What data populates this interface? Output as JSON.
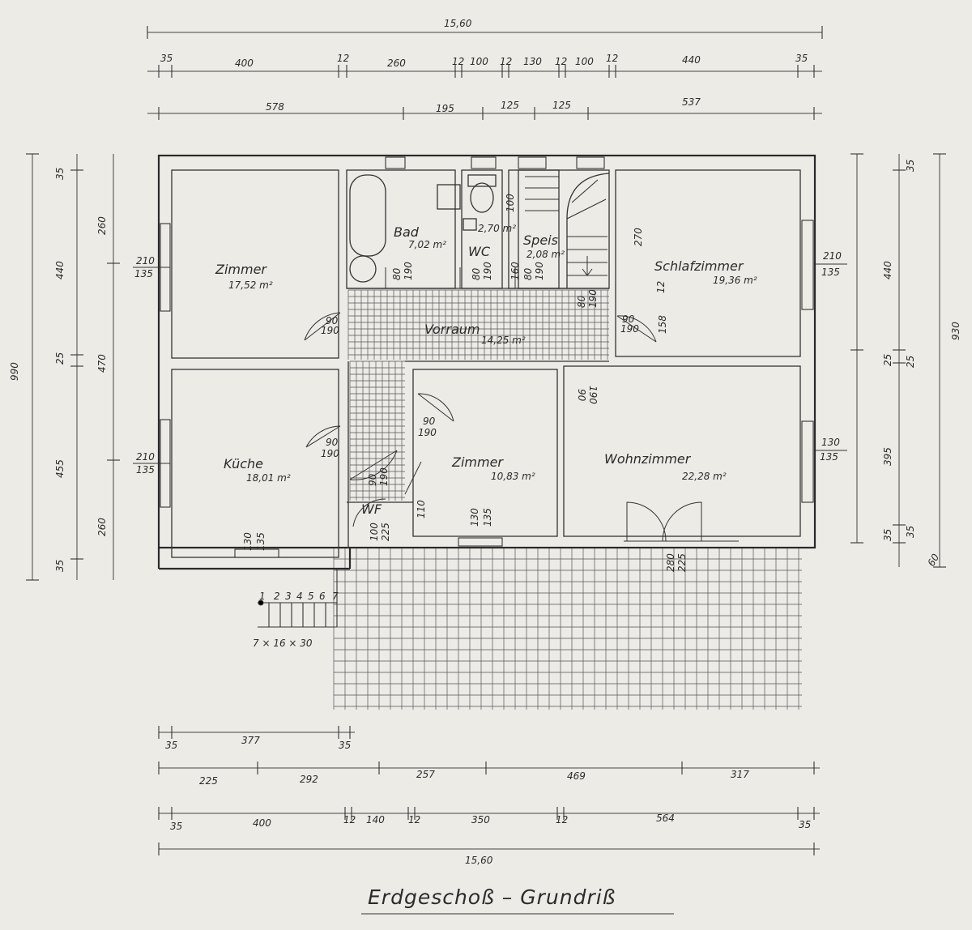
{
  "title": "Erdgeschoß – Grundriß",
  "rooms": {
    "zimmer_nw": {
      "name": "Zimmer",
      "area": "17,52 m²"
    },
    "bad": {
      "name": "Bad",
      "area": "7,02 m²"
    },
    "wc": {
      "name": "WC",
      "area": "2,70 m²"
    },
    "speis": {
      "name": "Speis",
      "area": "2,08 m²"
    },
    "schlafzimmer": {
      "name": "Schlafzimmer",
      "area": "19,36 m²"
    },
    "vorraum": {
      "name": "Vorraum",
      "area": "14,25 m²"
    },
    "kueche": {
      "name": "Küche",
      "area": "18,01 m²"
    },
    "zimmer_mid": {
      "name": "Zimmer",
      "area": "10,83 m²"
    },
    "wohnzimmer": {
      "name": "Wohnzimmer",
      "area": "22,28 m²"
    },
    "wf": {
      "name": "WF"
    }
  },
  "stairs": {
    "steps": [
      "1",
      "2",
      "3",
      "4",
      "5",
      "6",
      "7"
    ],
    "spec": "7 × 16 × 30"
  },
  "dims_top": {
    "total": "15,60",
    "row1": [
      "35",
      "400",
      "12",
      "260",
      "12",
      "100",
      "12",
      "130",
      "12",
      "100",
      "12",
      "440",
      "35"
    ],
    "row2": [
      "578",
      "195",
      "125",
      "125",
      "537"
    ]
  },
  "dims_bottom": {
    "row1": [
      "35",
      "377",
      "35"
    ],
    "row2": [
      "225",
      "292",
      "257",
      "469",
      "317"
    ],
    "row3": [
      "35",
      "400",
      "12",
      "140",
      "12",
      "350",
      "12",
      "564",
      "35"
    ],
    "total": "15,60"
  },
  "dims_left": {
    "total": "990",
    "inner": [
      "35",
      "440",
      "25",
      "455",
      "35"
    ],
    "outer": [
      "260",
      "470",
      "260"
    ]
  },
  "dims_right": {
    "total": "930",
    "inner": [
      "440",
      "25",
      "395",
      "35"
    ],
    "outer": [
      "35",
      "25",
      "35",
      "60"
    ]
  },
  "window_labels": {
    "zimmer": [
      "210",
      "135"
    ],
    "kueche": [
      "210",
      "135"
    ],
    "schlaf": [
      "210",
      "135"
    ],
    "wohn": [
      "130",
      "135"
    ],
    "kueche_s": [
      "130",
      "135"
    ],
    "zimmer_s": [
      "130",
      "135"
    ],
    "terrasse": [
      "280",
      "225"
    ]
  },
  "door_labels": {
    "zimmer": [
      "90",
      "190"
    ],
    "kueche": [
      "90",
      "190"
    ],
    "bad": [
      "80",
      "190"
    ],
    "wc": [
      "80",
      "190"
    ],
    "speis": [
      "80",
      "190"
    ],
    "stair": [
      "80",
      "190"
    ],
    "schlaf": [
      "90",
      "190"
    ],
    "zimmer_mid": [
      "90",
      "190"
    ],
    "wohn": [
      "90",
      "190"
    ],
    "wf": [
      "90",
      "190"
    ]
  },
  "misc_labels": {
    "stair_h": "270",
    "speis_h": "160",
    "speis_w": "100",
    "schlaf_158": "158",
    "schlaf_12": "12",
    "zimmer_110": "110",
    "wf_100": "100",
    "wf_225": "225"
  }
}
